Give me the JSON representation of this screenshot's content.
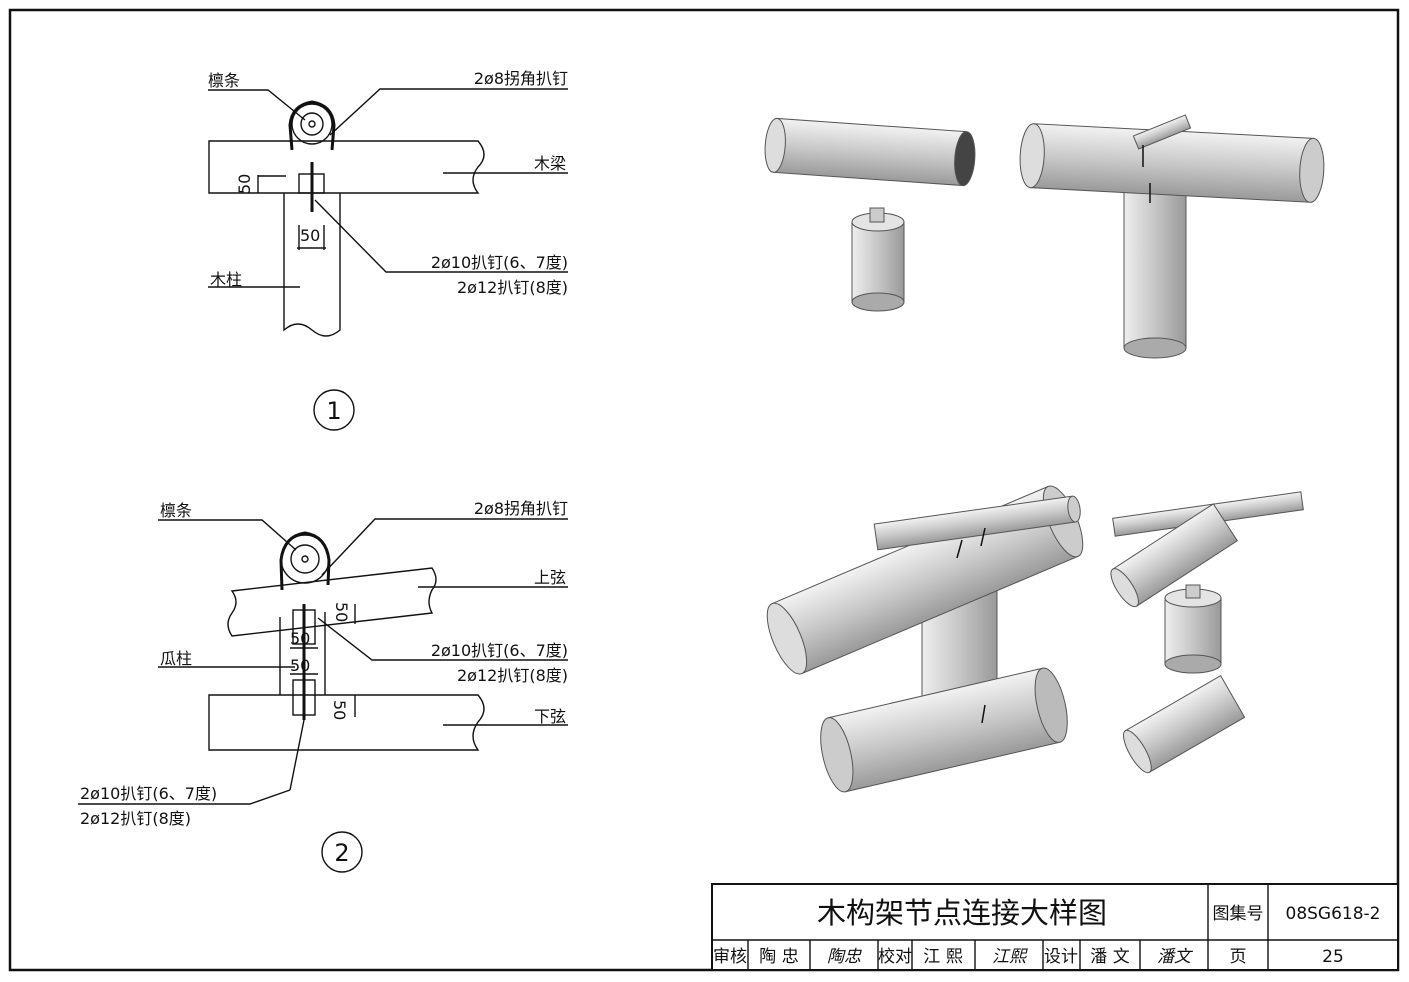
{
  "detail1": {
    "purlin": "檩条",
    "corner_nail": "2ø8拐角扒钉",
    "beam": "木梁",
    "column": "木柱",
    "nail_67": "2ø10扒钉(6、7度)",
    "nail_8": "2ø12扒钉(8度)",
    "dim_v": "50",
    "dim_h": "50",
    "number": "1"
  },
  "detail2": {
    "purlin": "檩条",
    "corner_nail": "2ø8拐角扒钉",
    "top_chord": "上弦",
    "king_post": "瓜柱",
    "bottom_chord": "下弦",
    "nail_67_upper": "2ø10扒钉(6、7度)",
    "nail_8_upper": "2ø12扒钉(8度)",
    "nail_67_lower": "2ø10扒钉(6、7度)",
    "nail_8_lower": "2ø12扒钉(8度)",
    "dim_top": "50",
    "dim_a": "50",
    "dim_b": "50",
    "dim_bottom": "50",
    "number": "2"
  },
  "title_block": {
    "title": "木构架节点连接大样图",
    "atlas_label": "图集号",
    "atlas_no": "08SG618-2",
    "review_label": "审核",
    "reviewer": "陶 忠",
    "reviewer_sig": "陶忠",
    "check_label": "校对",
    "checker": "江 熙",
    "checker_sig": "江熙",
    "design_label": "设计",
    "designer": "潘 文",
    "designer_sig": "潘文",
    "page_label": "页",
    "page_no": "25"
  }
}
